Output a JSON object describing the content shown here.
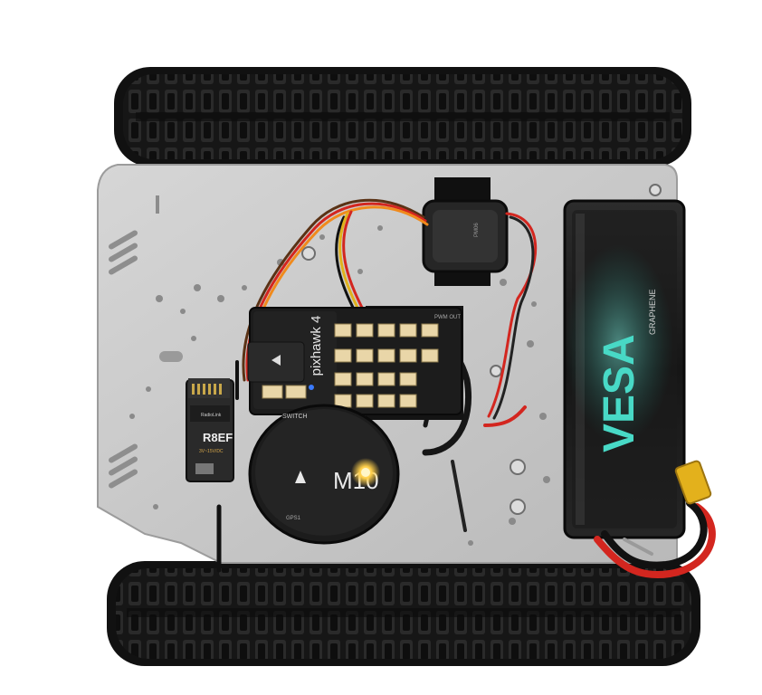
{
  "scene": {
    "subject": "tracked robot chassis with flight controller, GPS, receiver and battery",
    "colors": {
      "background": "#ffffff",
      "track": "#1a1a1a",
      "plate": "#c9c9c9",
      "plate_dark": "#a8a8a8",
      "controller": "#1c1c1c",
      "connector": "#e9d6a8",
      "battery": "#1e1e1e",
      "battery_glow": "#36c9b7",
      "wire_red": "#d3261f",
      "wire_orange": "#f08a1c",
      "wire_brown": "#5a3215",
      "led": "#ffcf4a",
      "xt60": "#e3b11c"
    }
  },
  "labels": {
    "controller": "pixhawk 4",
    "gps": "M10",
    "gps_switch": "SWITCH",
    "gps_port": "GPS1",
    "receiver": "R8EF",
    "receiver_brand": "RadioLink",
    "receiver_voltage": "3V~15V/DC",
    "battery_logo": "VESA",
    "battery_sub": "GRAPHENE",
    "power_module": "PM06",
    "pixhawk_pwm": "PWM OUT"
  }
}
